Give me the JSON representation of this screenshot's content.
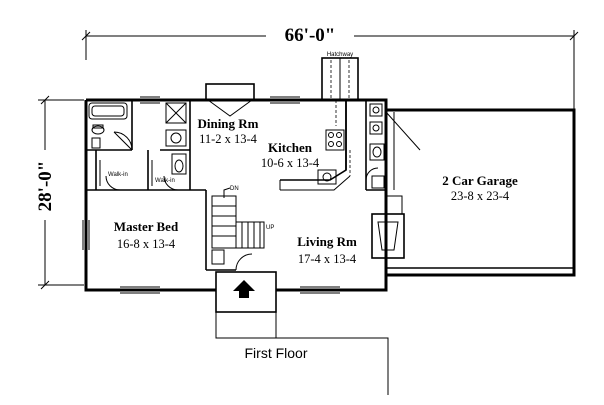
{
  "dimensions": {
    "width": "66'-0\"",
    "depth": "28'-0\""
  },
  "rooms": {
    "dining": {
      "name": "Dining Rm",
      "size": "11-2 x 13-4"
    },
    "kitchen": {
      "name": "Kitchen",
      "size": "10-6 x 13-4"
    },
    "master": {
      "name": "Master Bed",
      "size": "16-8 x 13-4"
    },
    "living": {
      "name": "Living Rm",
      "size": "17-4 x 13-4"
    },
    "garage": {
      "name": "2 Car Garage",
      "size": "23-8 x 23-4"
    }
  },
  "small_labels": {
    "hatchway": "Hatchway",
    "walkin_1": "Walk-in",
    "walkin_2": "Walk-in",
    "stair_dn": "DN",
    "stair_up": "UP"
  },
  "caption": "First Floor",
  "icons": [
    "entry-arrow-icon",
    "fireplace-icon",
    "chimney-icon"
  ]
}
